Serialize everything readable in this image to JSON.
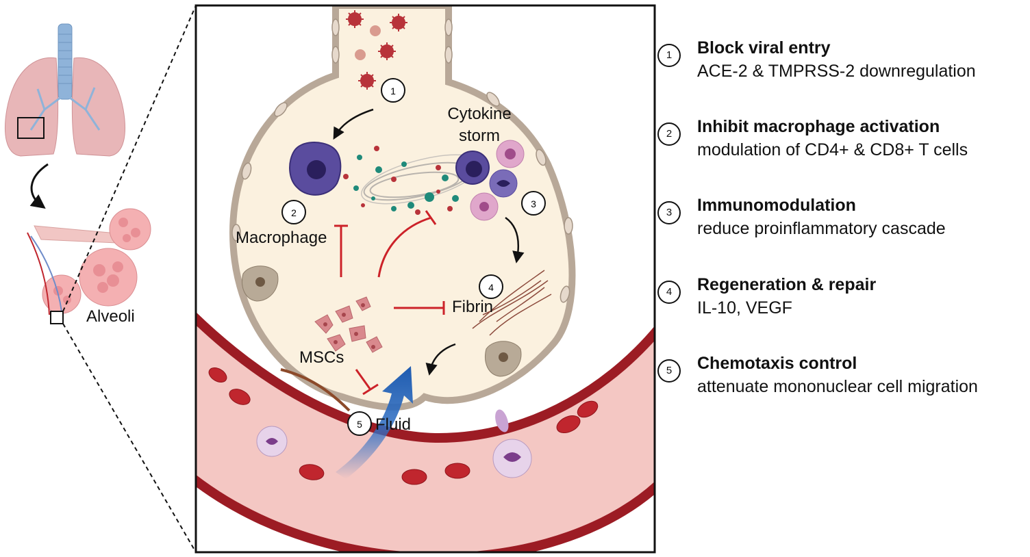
{
  "diagram": {
    "labels": {
      "alveoli": "Alveoli",
      "cytokine_line1": "Cytokine",
      "cytokine_line2": "storm",
      "macrophage": "Macrophage",
      "fibrin": "Fibrin",
      "mscs": "MSCs",
      "fluid": "Fluid"
    },
    "markers": [
      "1",
      "2",
      "3",
      "4",
      "5"
    ],
    "colors": {
      "alveolus_fill": "#fbf1df",
      "alveolus_wall": "#b8a898",
      "vessel_dark": "#9c1c24",
      "vessel_light": "#f4c7c3",
      "red_cell": "#c0262e",
      "inhibit": "#cc2229",
      "fluid_arrow": "#2f6fc4",
      "macrophage": "#4a3d8f",
      "lung": "#e8b6b8",
      "trachea": "#8fb3d9"
    }
  },
  "legend": {
    "items": [
      {
        "num": "1",
        "title": "Block viral entry",
        "desc": "ACE-2 & TMPRSS-2 downregulation"
      },
      {
        "num": "2",
        "title": "Inhibit macrophage activation",
        "desc": "modulation of CD4+ & CD8+ T cells"
      },
      {
        "num": "3",
        "title": "Immunomodulation",
        "desc": "reduce proinflammatory cascade"
      },
      {
        "num": "4",
        "title": "Regeneration & repair",
        "desc": "IL-10, VEGF"
      },
      {
        "num": "5",
        "title": "Chemotaxis control",
        "desc": "attenuate mononuclear cell migration"
      }
    ]
  }
}
